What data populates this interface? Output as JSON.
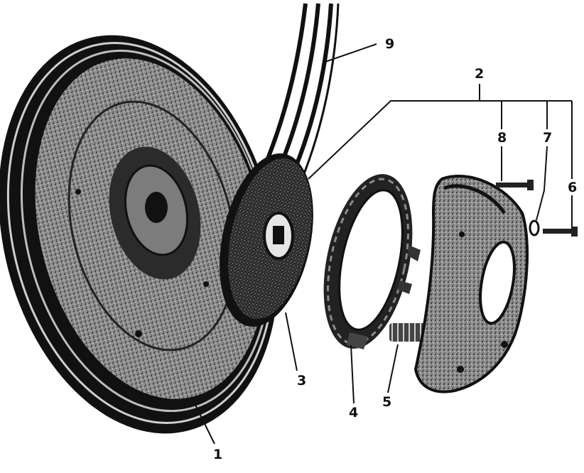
{
  "callouts": [
    "1",
    "2",
    "3",
    "4",
    "5",
    "6",
    "7",
    "8",
    "9"
  ],
  "colors": {
    "ink": "#111111",
    "paper": "#ffffff",
    "mid": "#555555",
    "light": "#9a9a9a"
  }
}
